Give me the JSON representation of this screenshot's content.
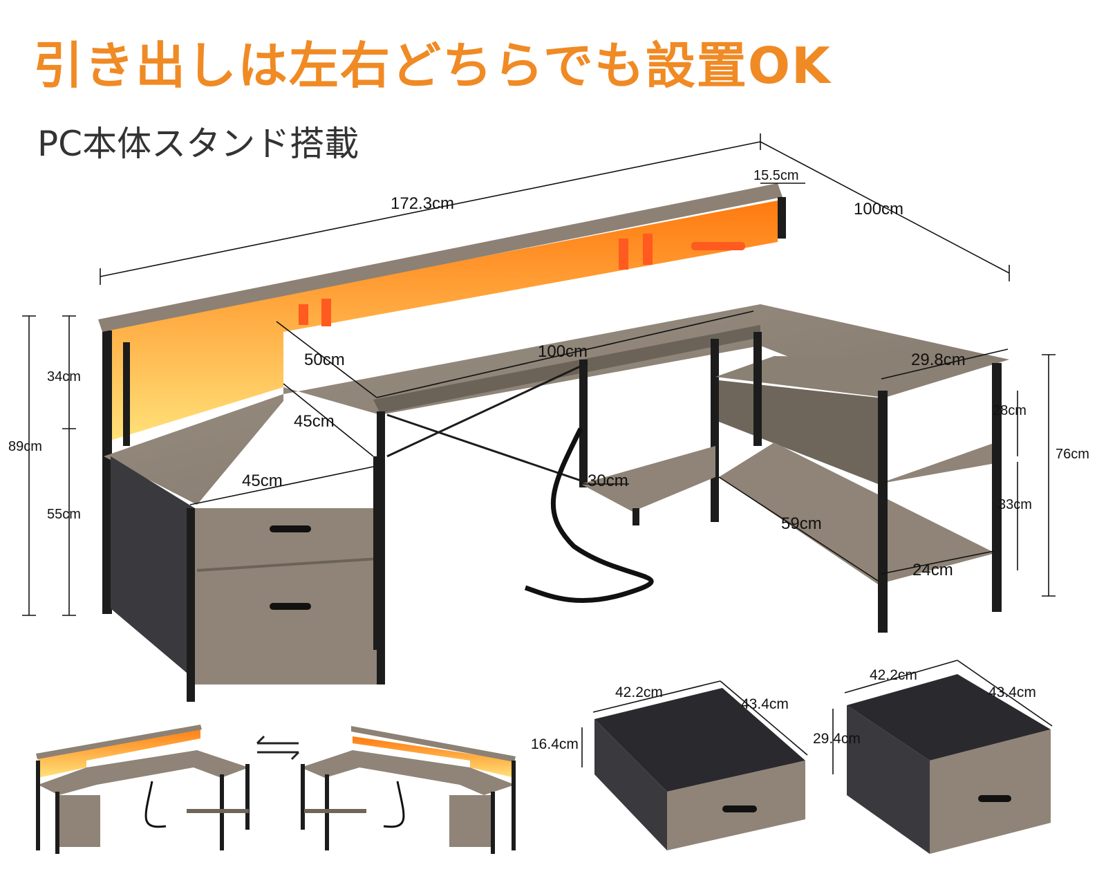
{
  "headline": "引き出しは左右どちらでも設置OK",
  "subheadline": "PC本体スタンド搭載",
  "colors": {
    "accent": "#f08a24",
    "wood": "#8f8477",
    "led": "#ffb028",
    "frame": "#1c1c1c",
    "fabric": "#3a3a3e"
  },
  "swap_icon": "left-right-arrows-icon",
  "dimensions": {
    "total_width": "172.3cm",
    "depth_right": "100cm",
    "monitor_shelf_depth": "15.5cm",
    "total_height": "89cm",
    "shelf_height": "34cm",
    "desk_height": "55cm",
    "inner_width": "50cm",
    "desk_front_width": "100cm",
    "cabinet_top_depth": "45cm",
    "cabinet_width": "45cm",
    "host_stand_width": "30cm",
    "shelf_length": "59cm",
    "shelf_top_width": "29.8cm",
    "shelf_bottom_width": "24cm",
    "shelf_gap_top": "28cm",
    "shelf_gap_bottom": "33cm",
    "right_height": "76cm"
  },
  "drawers": [
    {
      "width": "42.2cm",
      "depth": "43.4cm",
      "height": "16.4cm"
    },
    {
      "width": "42.2cm",
      "depth": "43.4cm",
      "height": "29.4cm"
    }
  ]
}
